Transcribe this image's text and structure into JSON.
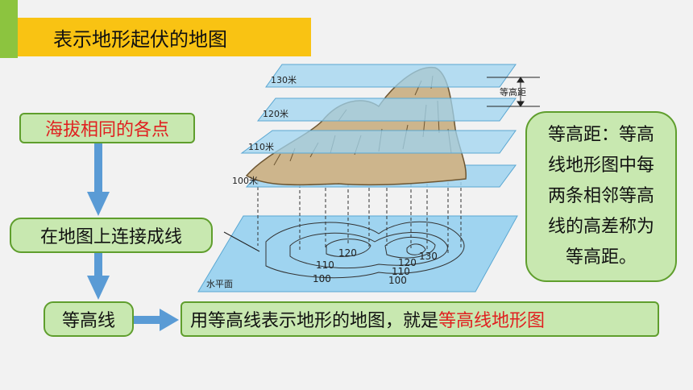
{
  "title": "表示地形起伏的地图",
  "flow": {
    "step1": "海拔相同的各点",
    "step2": "在地图上连接成线",
    "step3": "等高线",
    "result_prefix": "用等高线表示地形的地图，就是",
    "result_highlight": "等高线地形图"
  },
  "definition": "等高距：等高\n线地形图中每\n两条相邻等高\n线的高差称为\n等高距。",
  "diagram": {
    "planes": [
      "130米",
      "120米",
      "110米",
      "100米"
    ],
    "base": "水平面",
    "interval_label": "等高距",
    "contours_a": [
      "120",
      "110",
      "100"
    ],
    "contours_b": [
      "130",
      "120",
      "110",
      "100"
    ]
  },
  "colors": {
    "title_bg": "#f9c313",
    "accent": "#8cc43f",
    "box_fill": "#c8e8b0",
    "box_border": "#5f9e2d",
    "highlight": "#e02020",
    "plane": "#9fd4f0",
    "arrow": "#5a9bd5"
  }
}
